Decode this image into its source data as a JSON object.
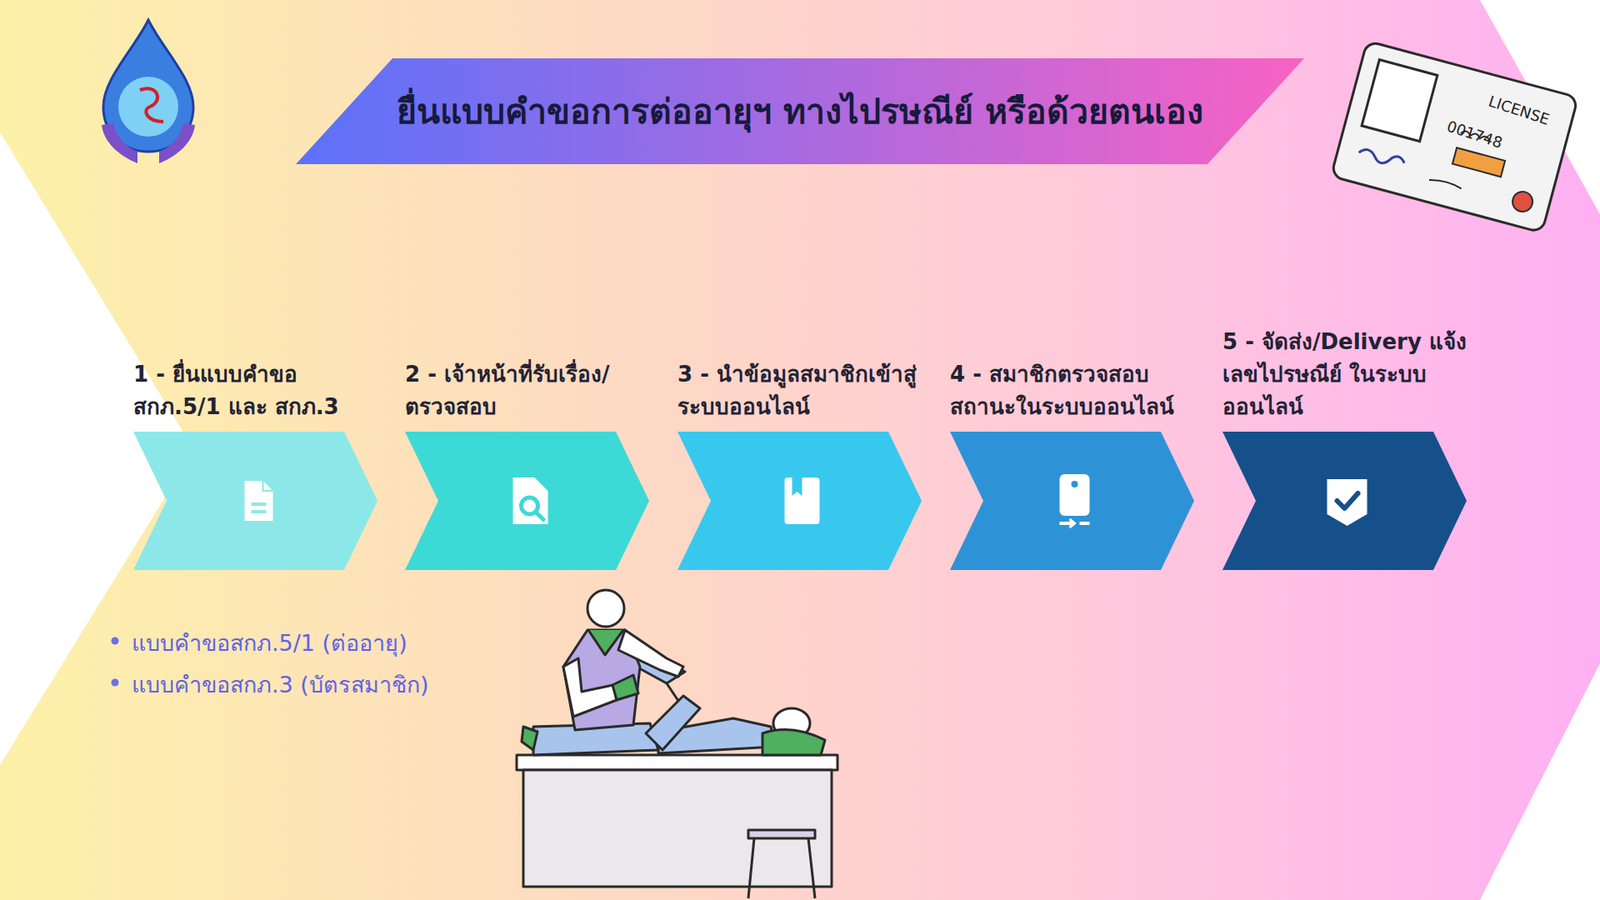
{
  "diagram": {
    "title": "ยื่นแบบคำขอการต่ออายุฯ ทางไปรษณีย์ หรือด้วยตนเอง",
    "nodes": [
      {
        "text": [
          "1 - ยื่นแบบคำขอ สกภ.5/1 และ สกภ.3"
        ]
      },
      {
        "text": [
          "2 - เจ้าหน้าที่รับเรื่อง/ ตรวจสอบ"
        ]
      },
      {
        "text": [
          "3 - นำข้อมูลสมาชิกเข้าสู่ ระบบออนไลน์"
        ]
      },
      {
        "text": [
          "4 - สมาชิกตรวจสอบ สถานะในระบบออนไลน์"
        ]
      },
      {
        "text": [
          "5 - จัดส่ง/Delivery แจ้งเลขไปรษณีย์ ในระบบออนไลน์"
        ]
      }
    ],
    "labels": [
      "แบบคำขอสกภ.5/1 (ต่ออายุ)",
      "แบบคำขอสกภ.3 (บัตรสมาชิก)",
      "LICENSE",
      "001748"
    ]
  }
}
